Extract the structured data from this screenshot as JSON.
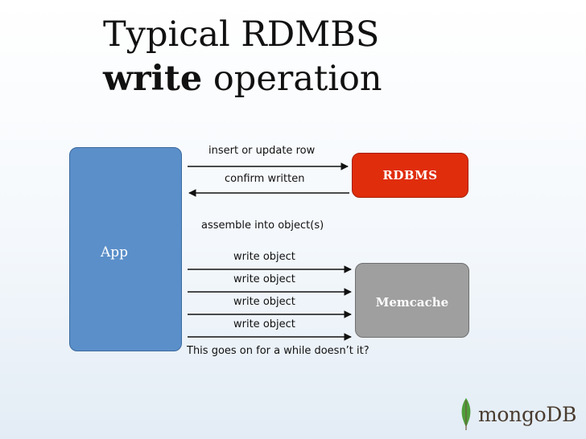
{
  "title": {
    "line1": "Typical RDMBS",
    "line2_bold": "write",
    "line2_rest": " operation"
  },
  "boxes": {
    "app": "App",
    "rdbms": "RDBMS",
    "memcache": "Memcache"
  },
  "labels": {
    "insert": "insert or update row",
    "confirm": "confirm written",
    "assemble": "assemble into object(s)",
    "write": [
      "write object",
      "write object",
      "write object",
      "write object"
    ],
    "footer": "This goes on for a while doesn’t it?"
  },
  "logo": {
    "text": "mongoDB",
    "icon": "leaf-icon"
  }
}
